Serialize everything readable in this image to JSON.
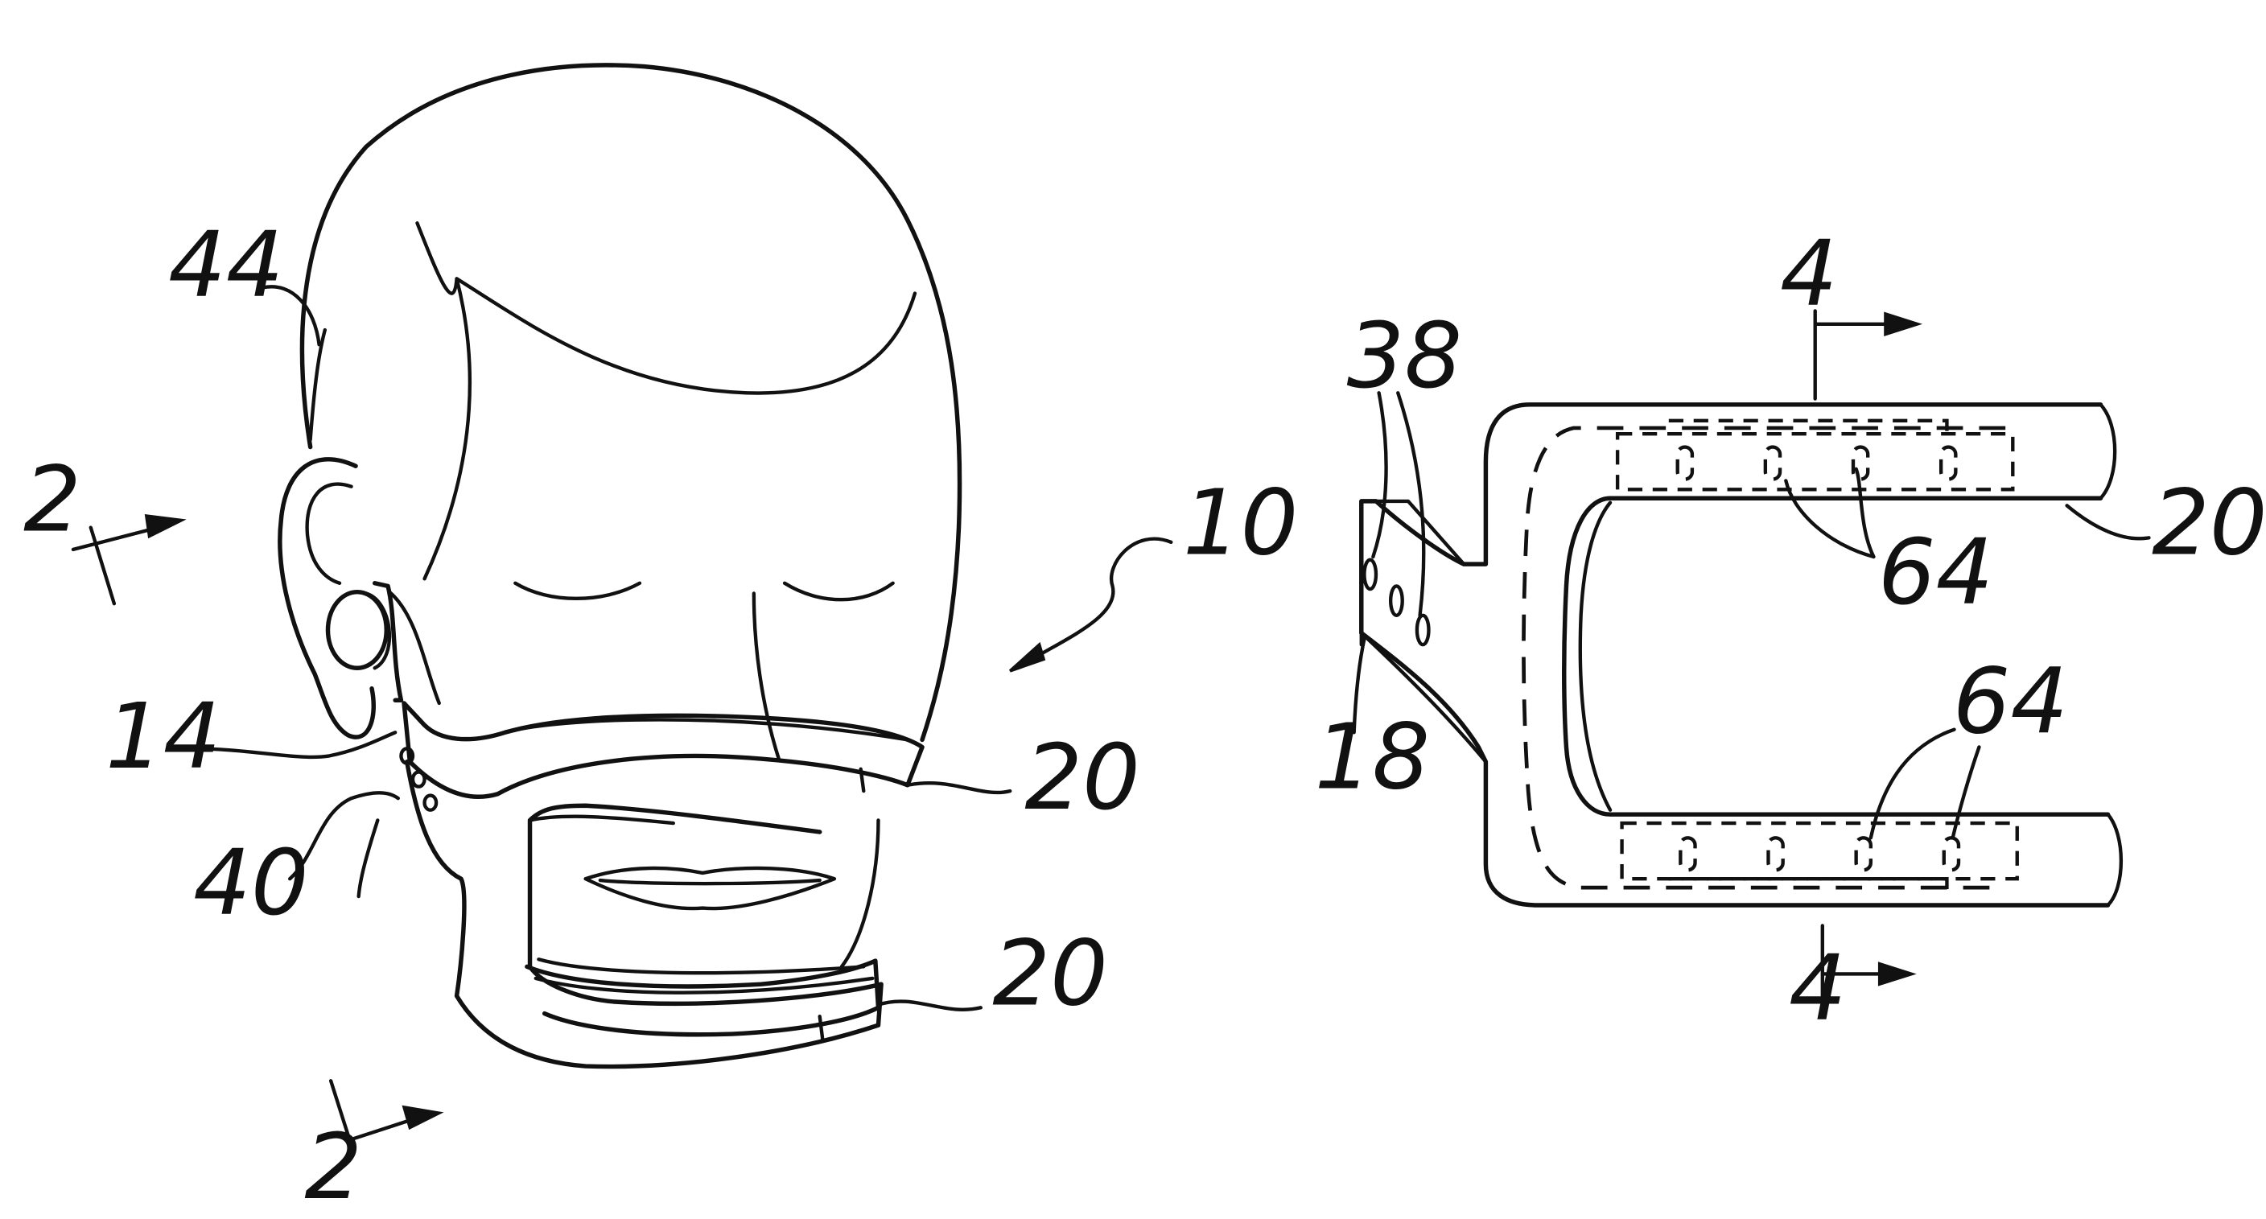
{
  "figure_left": {
    "labels": {
      "ref_44": "44",
      "ref_14": "14",
      "ref_40": "40",
      "ref_10": "10",
      "ref_20_upper": "20",
      "ref_20_lower": "20",
      "section_2_top": "2",
      "section_2_bottom": "2"
    }
  },
  "figure_right": {
    "labels": {
      "ref_38": "38",
      "ref_18": "18",
      "ref_20": "20",
      "ref_64_upper": "64",
      "ref_64_lower": "64",
      "section_4_top": "4",
      "section_4_bottom": "4"
    }
  }
}
